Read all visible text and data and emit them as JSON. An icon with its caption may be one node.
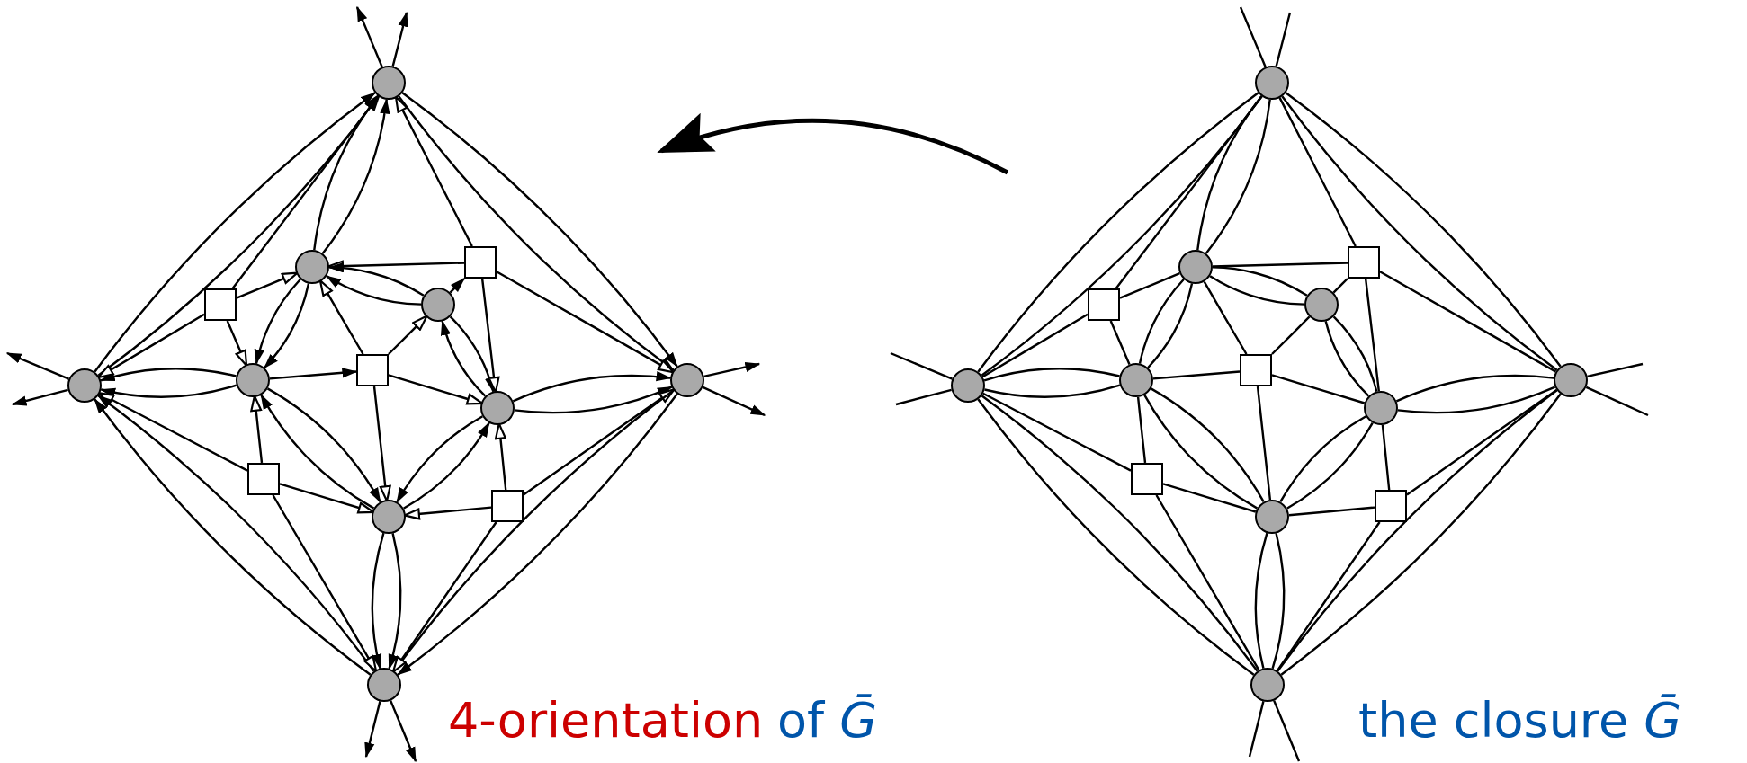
{
  "diagram": {
    "nodes": [
      {
        "text": [],
        "shape": "circle"
      },
      {
        "text": [],
        "shape": "circle"
      },
      {
        "text": [],
        "shape": "circle"
      },
      {
        "text": [],
        "shape": "circle"
      },
      {
        "text": [],
        "shape": "circle"
      },
      {
        "text": [],
        "shape": "circle"
      },
      {
        "text": [],
        "shape": "circle"
      },
      {
        "text": [],
        "shape": "circle"
      },
      {
        "text": [],
        "shape": "circle"
      },
      {
        "text": [],
        "shape": "box"
      },
      {
        "text": [],
        "shape": "box"
      },
      {
        "text": [],
        "shape": "box"
      },
      {
        "text": [],
        "shape": "box"
      },
      {
        "text": [],
        "shape": "box"
      },
      {
        "text": [],
        "shape": "circle"
      },
      {
        "text": [],
        "shape": "circle"
      },
      {
        "text": [],
        "shape": "circle"
      },
      {
        "text": [],
        "shape": "circle"
      },
      {
        "text": [],
        "shape": "circle"
      },
      {
        "text": [],
        "shape": "circle"
      },
      {
        "text": [],
        "shape": "circle"
      },
      {
        "text": [],
        "shape": "circle"
      },
      {
        "text": [],
        "shape": "circle"
      },
      {
        "text": [],
        "shape": "box"
      },
      {
        "text": [],
        "shape": "box"
      },
      {
        "text": [],
        "shape": "box"
      },
      {
        "text": [],
        "shape": "box"
      },
      {
        "text": [],
        "shape": "box"
      }
    ],
    "edges": [
      {
        "from": 1,
        "to": 0,
        "arrow": "to"
      },
      {
        "from": 1,
        "to": 0,
        "arrow": "to"
      },
      {
        "from": 9,
        "to": 0,
        "arrow": "to"
      },
      {
        "from": 4,
        "to": 0,
        "arrow": "to"
      },
      {
        "from": 4,
        "to": 0,
        "arrow": "to"
      },
      {
        "from": 10,
        "to": 0,
        "arrow": "to"
      },
      {
        "from": 0,
        "to": 2,
        "arrow": "to"
      },
      {
        "from": 0,
        "to": 2,
        "arrow": "to"
      },
      {
        "from": 6,
        "to": 1,
        "arrow": "to"
      },
      {
        "from": 6,
        "to": 1,
        "arrow": "to"
      },
      {
        "from": 9,
        "to": 1,
        "arrow": "to"
      },
      {
        "from": 12,
        "to": 1,
        "arrow": "to"
      },
      {
        "from": 3,
        "to": 1,
        "arrow": "to"
      },
      {
        "from": 3,
        "to": 1,
        "arrow": "to"
      },
      {
        "from": 10,
        "to": 4,
        "arrow": "to"
      },
      {
        "from": 5,
        "to": 4,
        "arrow": "to"
      },
      {
        "from": 5,
        "to": 4,
        "arrow": "to"
      },
      {
        "from": 9,
        "to": 4,
        "arrow": "to"
      },
      {
        "from": 4,
        "to": 6,
        "arrow": "to"
      },
      {
        "from": 4,
        "to": 6,
        "arrow": "to"
      },
      {
        "from": 11,
        "to": 4,
        "arrow": "to"
      },
      {
        "from": 9,
        "to": 6,
        "arrow": "to"
      },
      {
        "from": 5,
        "to": 10,
        "arrow": "to"
      },
      {
        "from": 11,
        "to": 5,
        "arrow": "to"
      },
      {
        "from": 5,
        "to": 7,
        "arrow": "to"
      },
      {
        "from": 7,
        "to": 5,
        "arrow": "to"
      },
      {
        "from": 10,
        "to": 7,
        "arrow": "to"
      },
      {
        "from": 10,
        "to": 2,
        "arrow": "to"
      },
      {
        "from": 6,
        "to": 11,
        "arrow": "to"
      },
      {
        "from": 12,
        "to": 6,
        "arrow": "to"
      },
      {
        "from": 6,
        "to": 8,
        "arrow": "to"
      },
      {
        "from": 8,
        "to": 6,
        "arrow": "to"
      },
      {
        "from": 11,
        "to": 7,
        "arrow": "to"
      },
      {
        "from": 11,
        "to": 8,
        "arrow": "to"
      },
      {
        "from": 7,
        "to": 2,
        "arrow": "to"
      },
      {
        "from": 7,
        "to": 2,
        "arrow": "to"
      },
      {
        "from": 13,
        "to": 2,
        "arrow": "to"
      },
      {
        "from": 2,
        "to": 3,
        "arrow": "to"
      },
      {
        "from": 2,
        "to": 3,
        "arrow": "to"
      },
      {
        "from": 8,
        "to": 7,
        "arrow": "to"
      },
      {
        "from": 7,
        "to": 8,
        "arrow": "to"
      },
      {
        "from": 13,
        "to": 7,
        "arrow": "to"
      },
      {
        "from": 12,
        "to": 8,
        "arrow": "to"
      },
      {
        "from": 12,
        "to": 3,
        "arrow": "to"
      },
      {
        "from": 13,
        "to": 8,
        "arrow": "to"
      },
      {
        "from": 8,
        "to": 3,
        "arrow": "to"
      },
      {
        "from": 8,
        "to": 3,
        "arrow": "to"
      },
      {
        "from": 13,
        "to": 3,
        "arrow": "to"
      },
      {
        "from": 0,
        "to": null,
        "arrow": "to"
      },
      {
        "from": 0,
        "to": null,
        "arrow": "to"
      },
      {
        "from": 1,
        "to": null,
        "arrow": "to"
      },
      {
        "from": 1,
        "to": null,
        "arrow": "to"
      },
      {
        "from": 2,
        "to": null,
        "arrow": "to"
      },
      {
        "from": 2,
        "to": null,
        "arrow": "to"
      },
      {
        "from": 3,
        "to": null,
        "arrow": "to"
      },
      {
        "from": 3,
        "to": null,
        "arrow": "to"
      },
      {
        "from": 15,
        "to": 14,
        "arrow": "none"
      },
      {
        "from": 15,
        "to": 14,
        "arrow": "none"
      },
      {
        "from": 23,
        "to": 14,
        "arrow": "none"
      },
      {
        "from": 18,
        "to": 14,
        "arrow": "none"
      },
      {
        "from": 18,
        "to": 14,
        "arrow": "none"
      },
      {
        "from": 24,
        "to": 14,
        "arrow": "none"
      },
      {
        "from": 14,
        "to": 16,
        "arrow": "none"
      },
      {
        "from": 14,
        "to": 16,
        "arrow": "none"
      },
      {
        "from": 20,
        "to": 15,
        "arrow": "none"
      },
      {
        "from": 20,
        "to": 15,
        "arrow": "none"
      },
      {
        "from": 23,
        "to": 15,
        "arrow": "none"
      },
      {
        "from": 26,
        "to": 15,
        "arrow": "none"
      },
      {
        "from": 17,
        "to": 15,
        "arrow": "none"
      },
      {
        "from": 17,
        "to": 15,
        "arrow": "none"
      },
      {
        "from": 24,
        "to": 18,
        "arrow": "none"
      },
      {
        "from": 19,
        "to": 18,
        "arrow": "none"
      },
      {
        "from": 19,
        "to": 18,
        "arrow": "none"
      },
      {
        "from": 23,
        "to": 18,
        "arrow": "none"
      },
      {
        "from": 18,
        "to": 20,
        "arrow": "none"
      },
      {
        "from": 18,
        "to": 20,
        "arrow": "none"
      },
      {
        "from": 25,
        "to": 18,
        "arrow": "none"
      },
      {
        "from": 23,
        "to": 20,
        "arrow": "none"
      },
      {
        "from": 19,
        "to": 24,
        "arrow": "none"
      },
      {
        "from": 25,
        "to": 19,
        "arrow": "none"
      },
      {
        "from": 19,
        "to": 21,
        "arrow": "none"
      },
      {
        "from": 21,
        "to": 19,
        "arrow": "none"
      },
      {
        "from": 24,
        "to": 21,
        "arrow": "none"
      },
      {
        "from": 24,
        "to": 16,
        "arrow": "none"
      },
      {
        "from": 20,
        "to": 25,
        "arrow": "none"
      },
      {
        "from": 26,
        "to": 20,
        "arrow": "none"
      },
      {
        "from": 20,
        "to": 22,
        "arrow": "none"
      },
      {
        "from": 22,
        "to": 20,
        "arrow": "none"
      },
      {
        "from": 25,
        "to": 21,
        "arrow": "none"
      },
      {
        "from": 25,
        "to": 22,
        "arrow": "none"
      },
      {
        "from": 21,
        "to": 16,
        "arrow": "none"
      },
      {
        "from": 21,
        "to": 16,
        "arrow": "none"
      },
      {
        "from": 27,
        "to": 16,
        "arrow": "none"
      },
      {
        "from": 16,
        "to": 17,
        "arrow": "none"
      },
      {
        "from": 16,
        "to": 17,
        "arrow": "none"
      },
      {
        "from": 22,
        "to": 21,
        "arrow": "none"
      },
      {
        "from": 21,
        "to": 22,
        "arrow": "none"
      },
      {
        "from": 27,
        "to": 21,
        "arrow": "none"
      },
      {
        "from": 26,
        "to": 22,
        "arrow": "none"
      },
      {
        "from": 26,
        "to": 17,
        "arrow": "none"
      },
      {
        "from": 27,
        "to": 22,
        "arrow": "none"
      },
      {
        "from": 22,
        "to": 17,
        "arrow": "none"
      },
      {
        "from": 22,
        "to": 17,
        "arrow": "none"
      },
      {
        "from": 27,
        "to": 17,
        "arrow": "none"
      },
      {
        "from": 14,
        "to": null,
        "arrow": "none"
      },
      {
        "from": 14,
        "to": null,
        "arrow": "none"
      },
      {
        "from": 15,
        "to": null,
        "arrow": "none"
      },
      {
        "from": 15,
        "to": null,
        "arrow": "none"
      },
      {
        "from": 16,
        "to": null,
        "arrow": "none"
      },
      {
        "from": 16,
        "to": null,
        "arrow": "none"
      },
      {
        "from": 17,
        "to": null,
        "arrow": "none"
      },
      {
        "from": 17,
        "to": null,
        "arrow": "none"
      }
    ],
    "labels": [
      "4-orientation",
      "of *Ḡ*",
      "the closure *Ḡ*"
    ]
  }
}
